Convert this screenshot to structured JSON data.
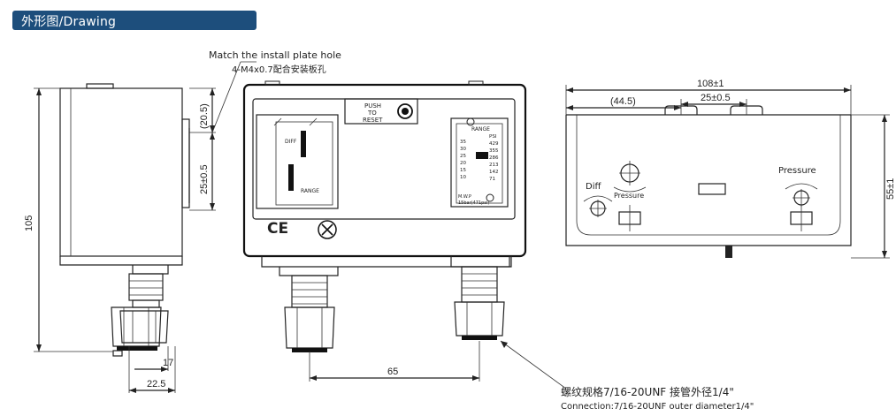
{
  "header": {
    "title": "外形图/Drawing",
    "background": "#1d4e7c"
  },
  "note_install": {
    "en": "Match the install plate hole",
    "cn": "4-M4x0.7配合安装板孔"
  },
  "note_connection": {
    "cn": "螺纹规格7/16-20UNF 接管外径1/4\"",
    "en": "Connection:7/16-20UNF outer diameter1/4\""
  },
  "dims": {
    "height_105": "105",
    "d20_5": "(20.5)",
    "d25_0_5_left": "25±0.5",
    "d17": "17",
    "d22_5": "22.5",
    "d65": "65",
    "d108": "108±1",
    "d44_5": "(44.5)",
    "d25_0_5_top": "25±0.5",
    "d55": "55±1"
  },
  "front_panel": {
    "push_to_reset": [
      "PUSH",
      "TO",
      "RESET"
    ],
    "ce_mark": "CE",
    "range_label": "RANGE",
    "diff_label": "DIFF",
    "range_left_label": "RANGE",
    "range_scale_left": [
      "35",
      "30",
      "25",
      "20",
      "15",
      "10"
    ],
    "range_scale_right": [
      "PSI",
      "429",
      "355",
      "286",
      "213",
      "142",
      "71"
    ],
    "mwp_text": [
      "M.W.P",
      "15bar(471psi)"
    ]
  },
  "bottom_view": {
    "diff_label": "Diff",
    "pressure_left": "Pressure",
    "pressure_right": "Pressure"
  }
}
